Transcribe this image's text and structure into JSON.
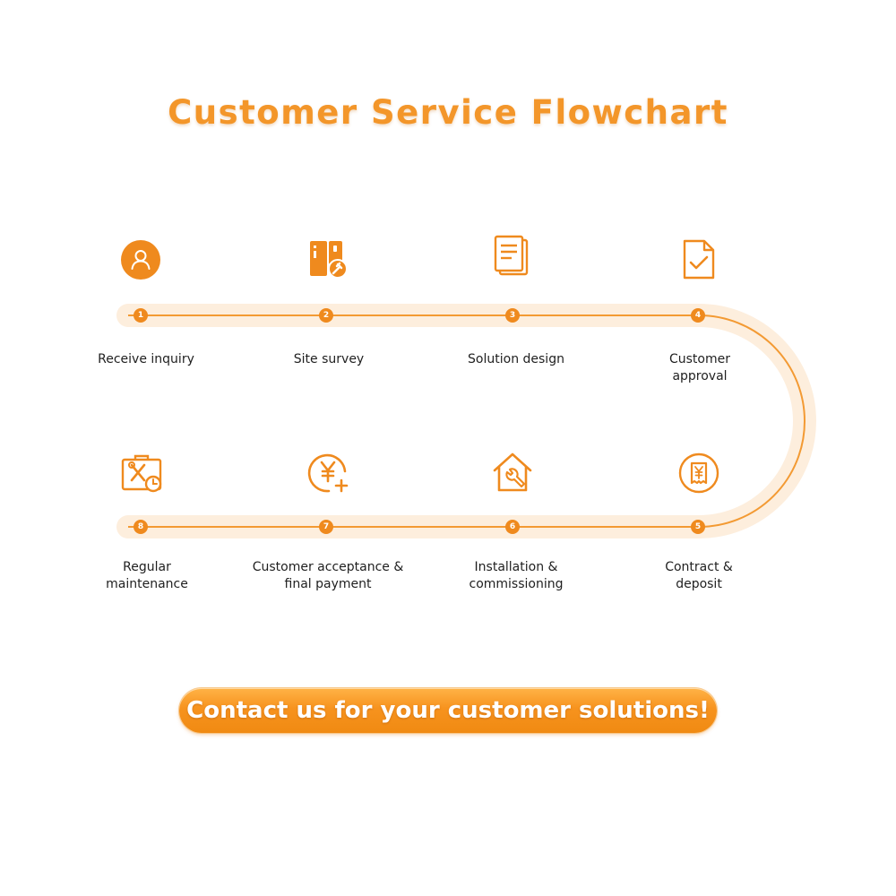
{
  "title": "Customer Service Flowchart",
  "colors": {
    "accent": "#ef8a1e",
    "track_light": "#fdeedd",
    "title": "#f3962a"
  },
  "steps": [
    {
      "number": "1",
      "label": "Receive inquiry",
      "icon": "user-icon"
    },
    {
      "number": "2",
      "label": "Site survey",
      "icon": "survey-tools-icon"
    },
    {
      "number": "3",
      "label": "Solution design",
      "icon": "document-icon"
    },
    {
      "number": "4",
      "label": "Customer approval",
      "icon": "document-check-icon"
    },
    {
      "number": "5",
      "label": "Contract & deposit",
      "icon": "yuan-receipt-icon"
    },
    {
      "number": "6",
      "label": "Installation & commissioning",
      "icon": "house-wrench-icon"
    },
    {
      "number": "7",
      "label": "Customer acceptance & final payment",
      "icon": "yuan-plus-icon"
    },
    {
      "number": "8",
      "label": "Regular maintenance",
      "icon": "toolbox-clock-icon"
    }
  ],
  "cta": {
    "label": "Contact us for your customer solutions!"
  }
}
